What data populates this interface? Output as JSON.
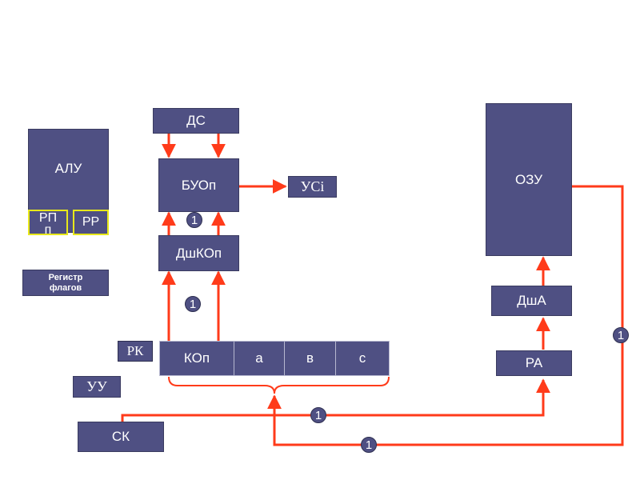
{
  "blocks": {
    "alu": "АЛУ",
    "rpp": "РП п",
    "rr": "РР",
    "flags": "Регистр флагов",
    "ds": "ДС",
    "buop": "БУОп",
    "usi": "УСi",
    "dshkop": "ДшКОп",
    "rk": "РК",
    "uu": "УУ",
    "sk": "СК",
    "ozu": "ОЗУ",
    "dsha": "ДшА",
    "ra": "РА"
  },
  "instruction_register": {
    "fields": [
      "КОп",
      "а",
      "в",
      "с"
    ]
  },
  "badges": [
    "1",
    "1",
    "1",
    "1",
    "1"
  ],
  "colors": {
    "block_fill": "#4f5083",
    "wire": "#ff3b1a",
    "highlight_border": "#e8e81a"
  }
}
